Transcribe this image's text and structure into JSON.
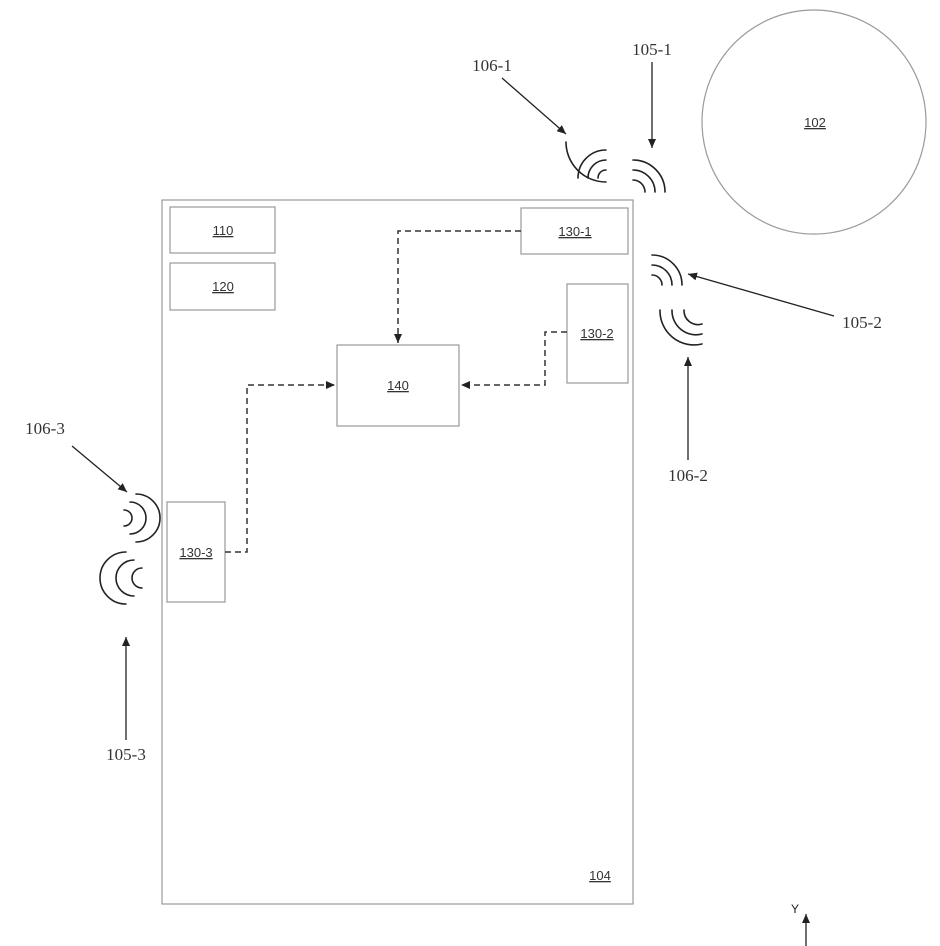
{
  "labels": {
    "sun": "102",
    "vehicle": "104",
    "comp_110": "110",
    "comp_120": "120",
    "sensor_1": "130-1",
    "sensor_2": "130-2",
    "sensor_3": "130-3",
    "controller": "140"
  },
  "references": {
    "r105_1": "105-1",
    "r106_1": "106-1",
    "r105_2": "105-2",
    "r106_2": "106-2",
    "r105_3": "105-3",
    "r106_3": "106-3"
  },
  "axis": {
    "y_label": "Y"
  }
}
